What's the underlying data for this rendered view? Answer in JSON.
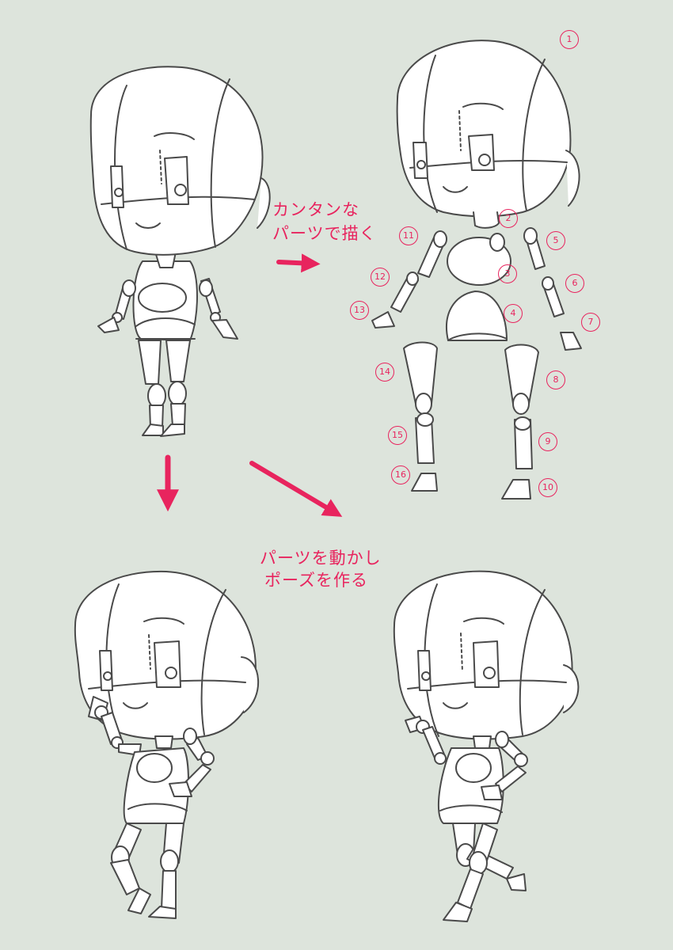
{
  "colors": {
    "background": "#dde4dc",
    "annotation": "#e8245e",
    "sketch_line": "#4a4a4a",
    "figure_fill": "#ffffff"
  },
  "annotations": {
    "easy_parts_line1": "カンタンな",
    "easy_parts_line2": "パーツで描く",
    "pose_line1": "パーツを動かし",
    "pose_line2": "ポーズを作る"
  },
  "part_labels": [
    "1",
    "2",
    "3",
    "4",
    "5",
    "6",
    "7",
    "8",
    "9",
    "10",
    "11",
    "12",
    "13",
    "14",
    "15",
    "16"
  ],
  "icons": [
    "arrow-right-icon",
    "arrow-down-icon",
    "arrow-diagonal-icon"
  ]
}
